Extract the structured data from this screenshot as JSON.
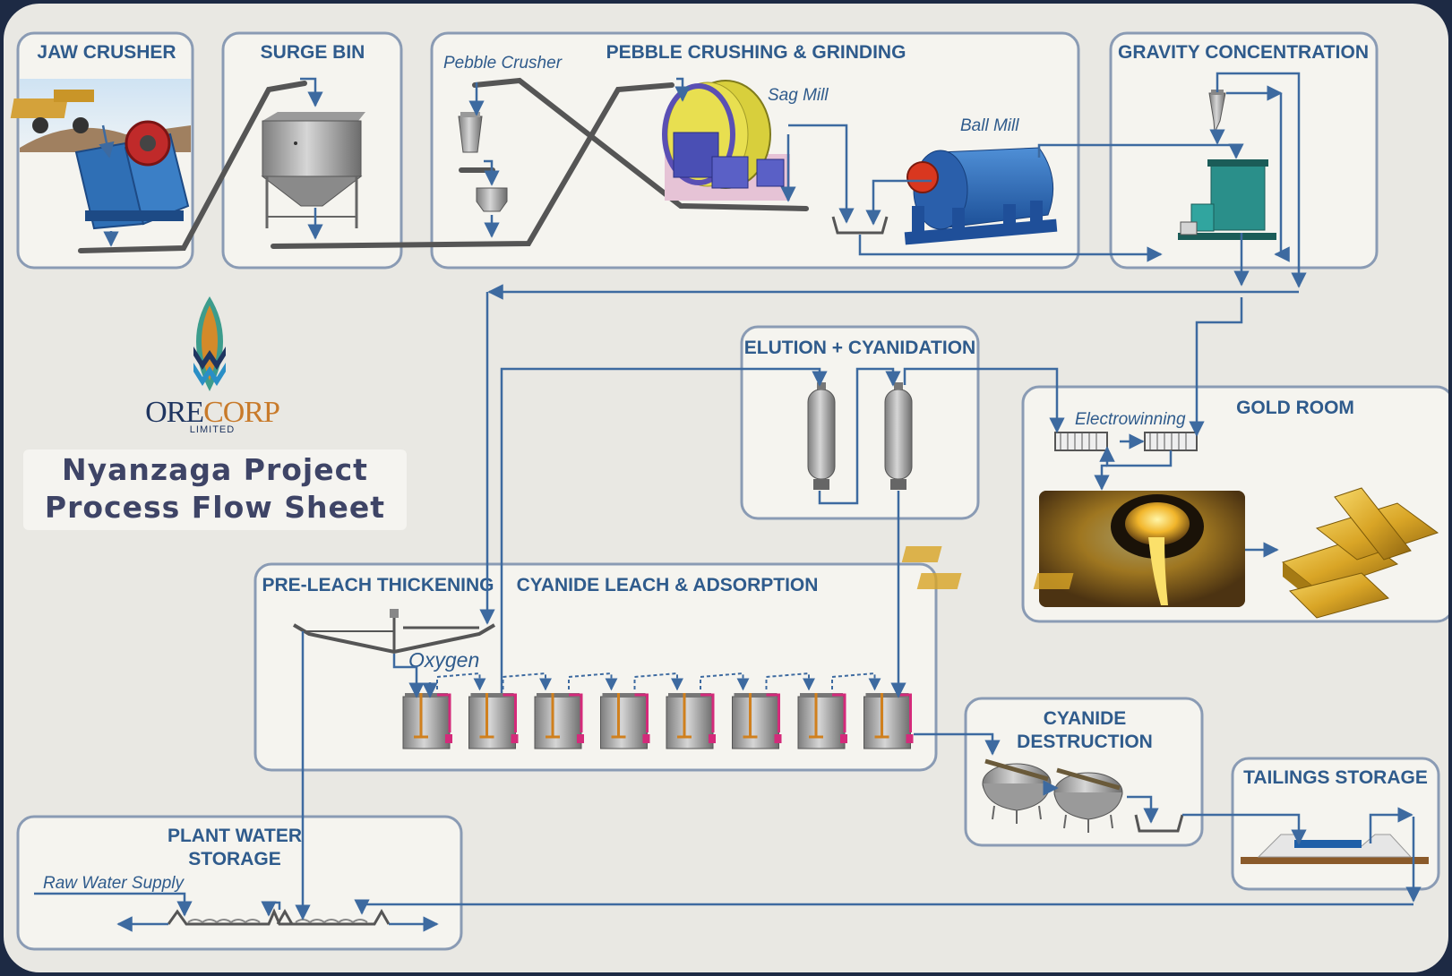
{
  "boxes": {
    "jaw_crusher": "JAW CRUSHER",
    "surge_bin": "SURGE BIN",
    "pebble_crushing": "PEBBLE CRUSHING & GRINDING",
    "gravity": "GRAVITY CONCENTRATION",
    "elution": "ELUTION + CYANIDATION",
    "gold_room": "GOLD ROOM",
    "pre_leach": "PRE-LEACH THICKENING",
    "cyanide_leach": "CYANIDE LEACH & ADSORPTION",
    "cyanide_destruction_1": "CYANIDE",
    "cyanide_destruction_2": "DESTRUCTION",
    "tailings": "TAILINGS STORAGE",
    "plant_water_1": "PLANT WATER",
    "plant_water_2": "STORAGE"
  },
  "labels": {
    "pebble_crusher": "Pebble Crusher",
    "sag_mill": "Sag Mill",
    "ball_mill": "Ball Mill",
    "electrowinning": "Electrowinning",
    "oxygen": "Oxygen",
    "raw_water": "Raw Water Supply"
  },
  "logo": {
    "name_part1": "ORE",
    "name_part2": "CORP",
    "sub": "LIMITED"
  },
  "project": {
    "line1": "Nyanzaga Project",
    "line2": "Process Flow Sheet"
  },
  "colors": {
    "background": "#1d2a44",
    "sheet": "#e9e8e3",
    "box_fill": "#f5f4ef",
    "box_border": "#8a9bb4",
    "flow_line": "#3d6aa0",
    "conveyor": "#555555",
    "title_text": "#2f5b8c"
  }
}
